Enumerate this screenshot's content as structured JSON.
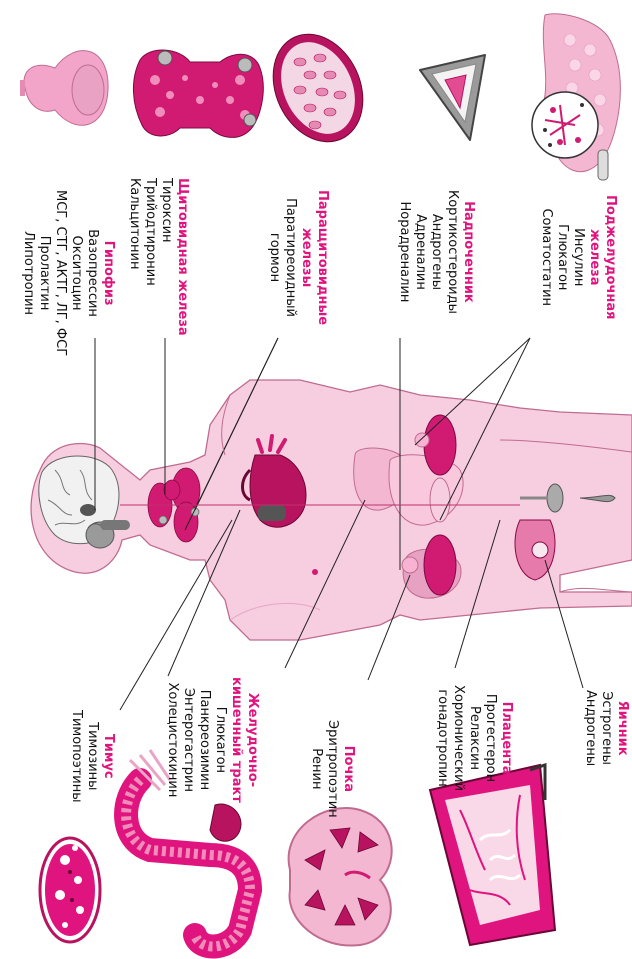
{
  "labels": {
    "hypophysis": {
      "title": "Гипофиз",
      "items": [
        "Вазопрессин",
        "Окситоцин",
        "МСГ, СТГ, АКТГ, ЛГ, ФСГ",
        "Пролактин",
        "Липотропин"
      ]
    },
    "thyroid": {
      "title": "Щитовидная железа",
      "items": [
        "Тироксин",
        "Трийодтиронин",
        "Кальцитонин"
      ]
    },
    "parathyroid": {
      "title_1": "Паращитовидные",
      "title_2": "железы",
      "items": [
        "Паратиреоидный",
        "гормон"
      ]
    },
    "adrenal": {
      "title": "Надпочечник",
      "items": [
        "Кортикостероиды",
        "Андрогены",
        "Адреналин",
        "Норадреналин"
      ]
    },
    "pancreas": {
      "title_1": "Поджелудочная",
      "title_2": "железа",
      "items": [
        "Инсулин",
        "Глюкагон",
        "Соматостатин"
      ]
    },
    "thymus": {
      "title": "Тимус",
      "items": [
        "Тимозины",
        "Тимопоэтины"
      ]
    },
    "gi_tract": {
      "title_1": "Желудочно-",
      "title_2": "кишечный тракт",
      "items": [
        "Глюкагон",
        "Панкреозимин",
        "Энтерогастрин",
        "Холецистокинин"
      ]
    },
    "kidney": {
      "title": "Почка",
      "items": [
        "Эритропоэтин",
        "Ренин"
      ]
    },
    "placenta": {
      "title": "Плацента",
      "items": [
        "Прогестерон",
        "Релаксин",
        "Хорионический",
        "гонадотропин"
      ]
    },
    "ovary": {
      "title": "Яичник",
      "items": [
        "Эстрогены",
        "Андрогены"
      ]
    }
  },
  "colors": {
    "accent": "#e0147f",
    "body_fill": "#f7cde0",
    "body_stroke": "#c06c90",
    "organ": "#d11a72"
  }
}
